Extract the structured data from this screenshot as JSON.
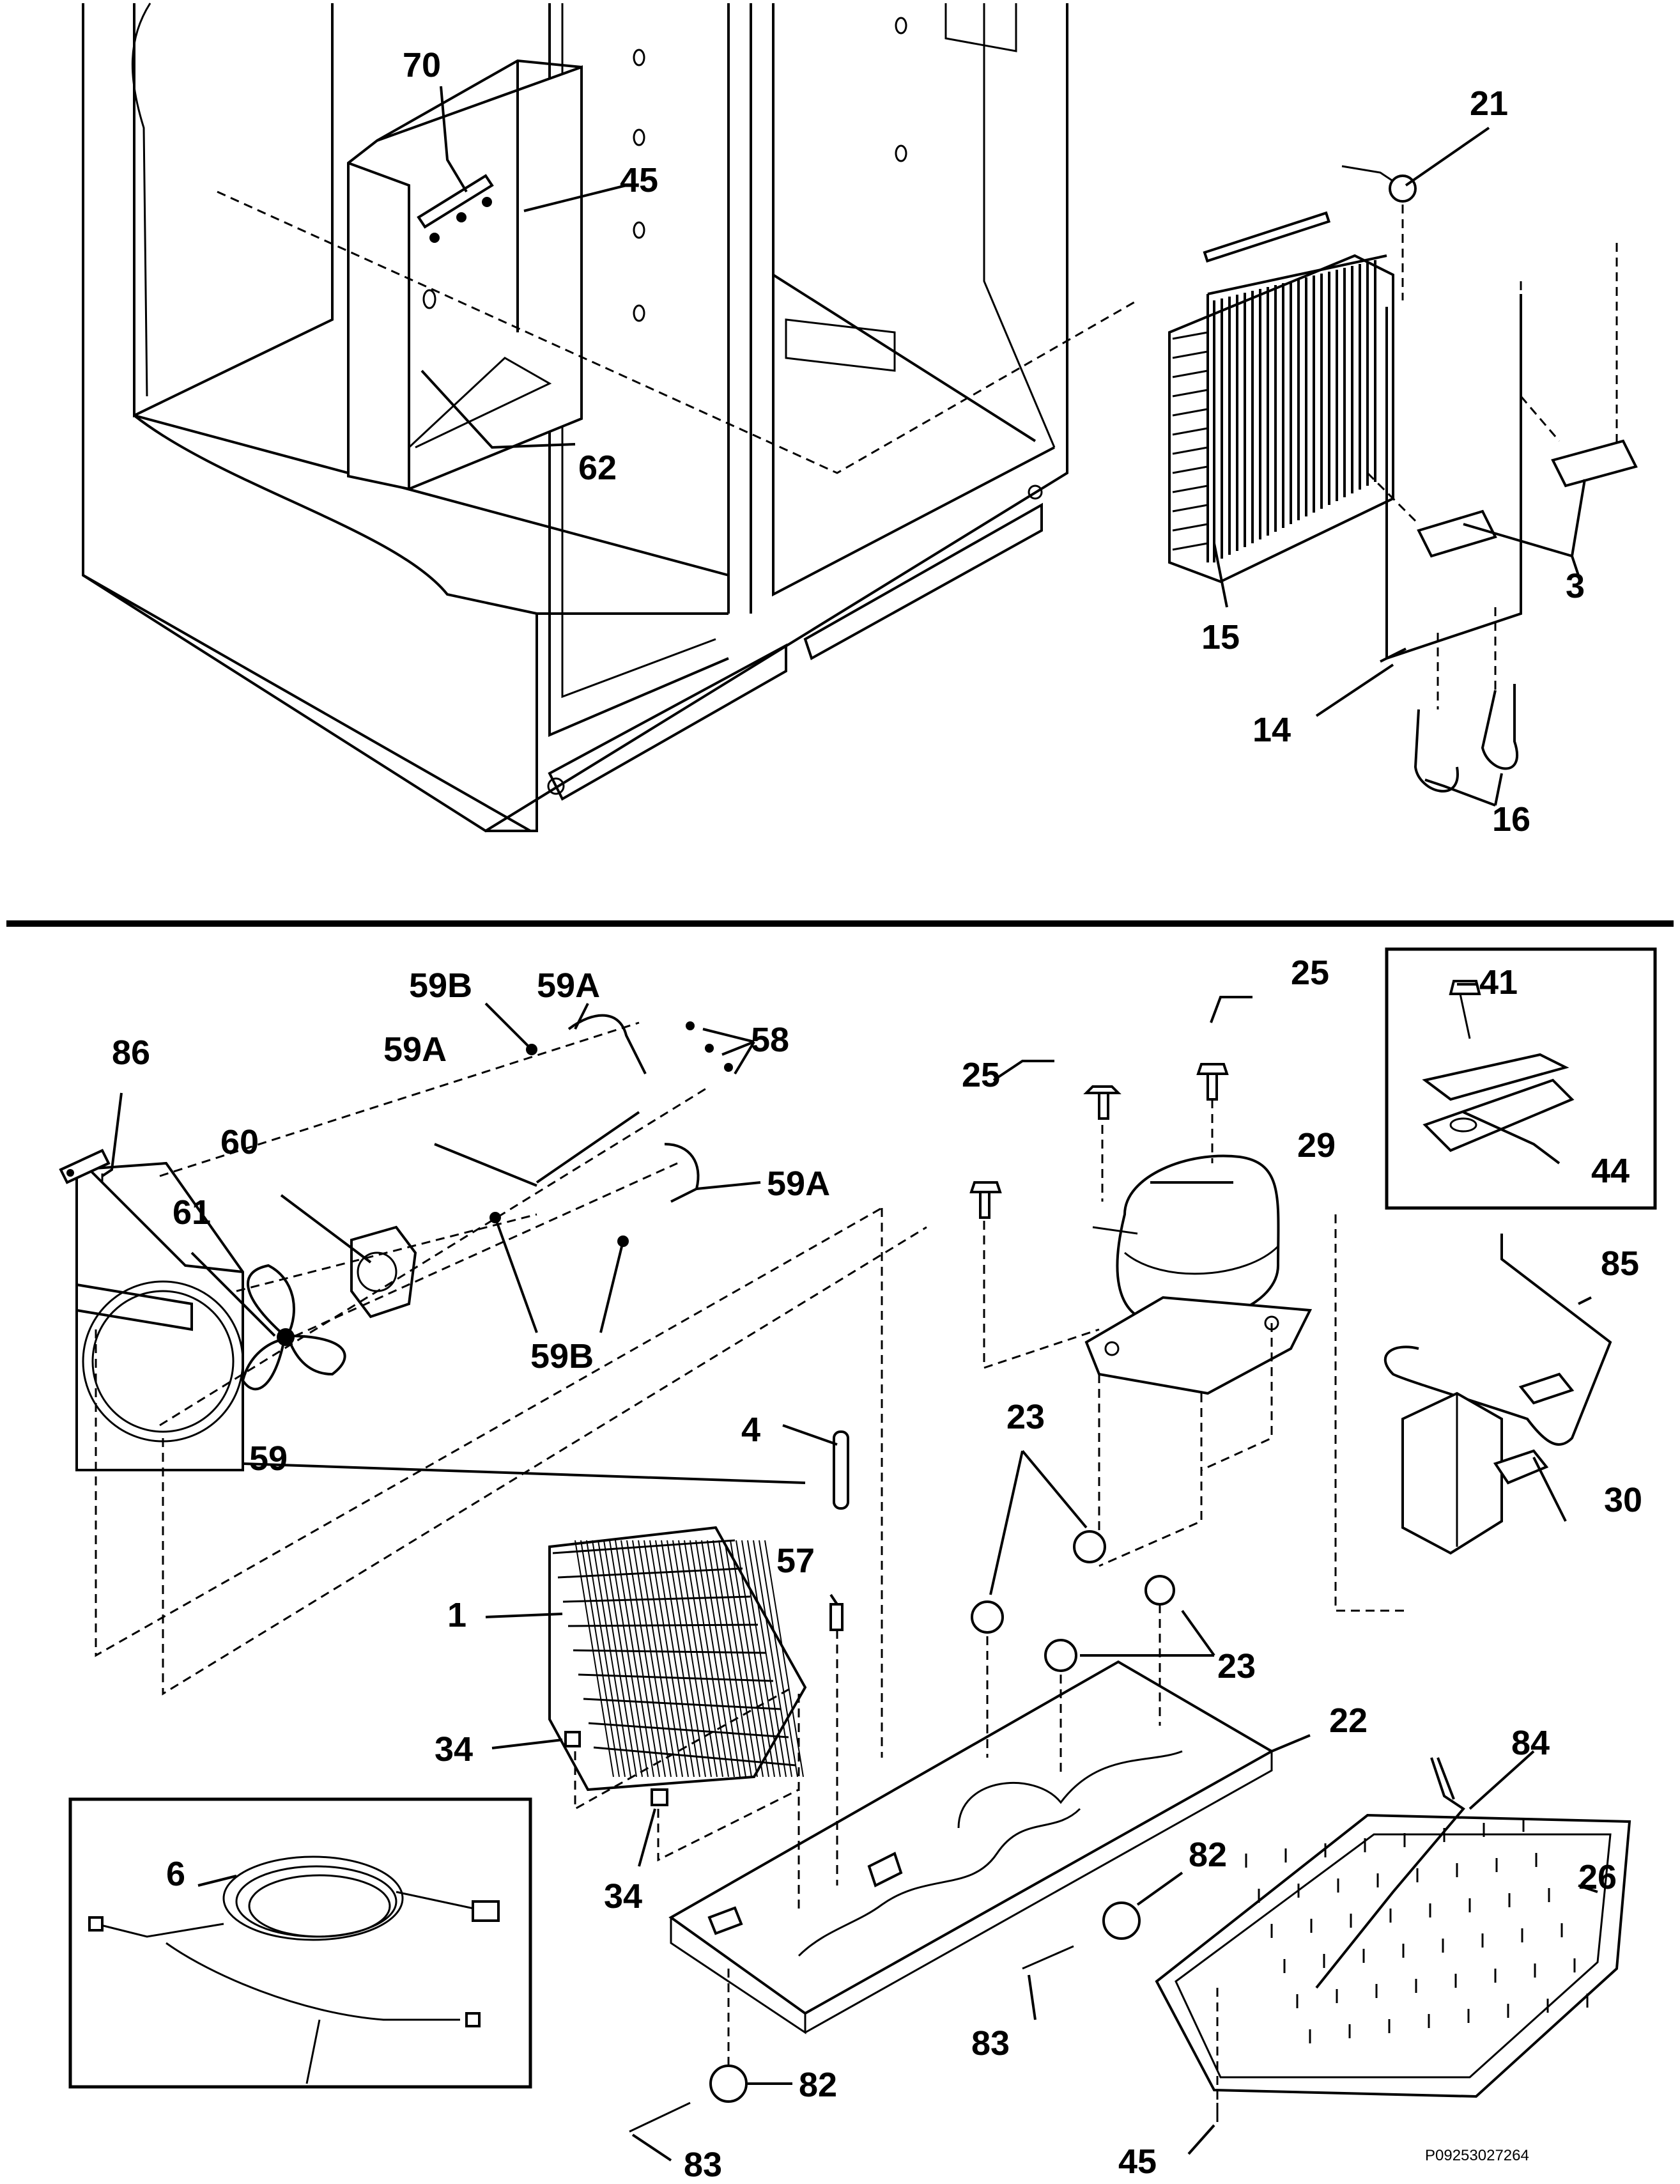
{
  "labels": {
    "l70": "70",
    "l45a": "45",
    "l62": "62",
    "l21": "21",
    "l3": "3",
    "l15": "15",
    "l14": "14",
    "l16": "16",
    "l86": "86",
    "l59B_top": "59B",
    "l59A_top": "59A",
    "l58": "58",
    "l59A_mid": "59A",
    "l60": "60",
    "l59A_right": "59A",
    "l61": "61",
    "l59B_bot": "59B",
    "l59": "59",
    "l25a": "25",
    "l25b": "25",
    "l29": "29",
    "l41": "41",
    "l44": "44",
    "l85": "85",
    "l4": "4",
    "l23a": "23",
    "l23b": "23",
    "l30": "30",
    "l57": "57",
    "l1": "1",
    "l34a": "34",
    "l34b": "34",
    "l22": "22",
    "l84": "84",
    "l26": "26",
    "l6": "6",
    "l82a": "82",
    "l82b": "82",
    "l83a": "83",
    "l83b": "83",
    "l45b": "45"
  },
  "part_code": "P09253027264"
}
